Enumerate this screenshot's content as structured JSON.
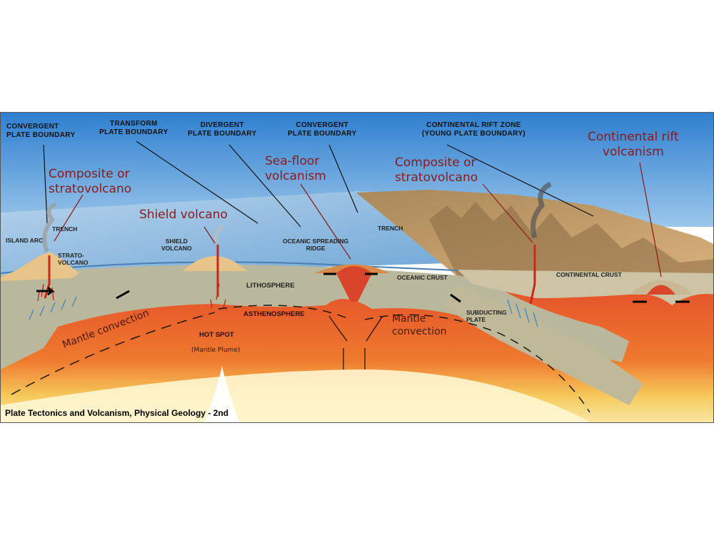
{
  "boundaries": {
    "convergent_left": "CONVERGENT\nPLATE BOUNDARY",
    "transform": "TRANSFORM\nPLATE BOUNDARY",
    "divergent": "DIVERGENT\nPLATE BOUNDARY",
    "convergent_mid": "CONVERGENT\nPLATE BOUNDARY",
    "continental_rift": "CONTINENTAL RIFT ZONE\n(YOUNG PLATE BOUNDARY)"
  },
  "annotations": {
    "composite_left": "Composite or\nstratovolcano",
    "shield": "Shield volcano",
    "sea_floor": "Sea-floor\nvolcanism",
    "composite_right": "Composite or\nstratovolcano",
    "continental_rift": "Continental rift\nvolcanism"
  },
  "features": {
    "trench_left": "TRENCH",
    "island_arc": "ISLAND ARC",
    "strato_volcano": "STRATO-\nVOLCANO",
    "shield_volcano": "SHIELD\nVOLCANO",
    "ridge": "OCEANIC SPREADING\nRIDGE",
    "trench_right": "TRENCH",
    "oceanic_crust": "OCEANIC CRUST",
    "continental_crust": "CONTINENTAL CRUST",
    "lithosphere": "LITHOSPHERE",
    "asthenosphere": "ASTHENOSPHERE",
    "hot_spot": "HOT SPOT",
    "mantle_plume": "(Mantle Plume)",
    "subducting_plate": "SUBDUCTING\nPLATE"
  },
  "convection": {
    "left": "Mantle convection",
    "right": "Mantle\nconvection"
  },
  "credit": "Plate Tectonics and Volcanism, Physical Geology - 2nd",
  "colors": {
    "sky": "#3f8fd6",
    "ocean": "#7fb2dc",
    "lithosphere": "#b8b59a",
    "mantle": "#e8572a",
    "deep_mantle": "#f6d36a",
    "label_red": "#8b1a1a",
    "magma": "#d0321c"
  }
}
